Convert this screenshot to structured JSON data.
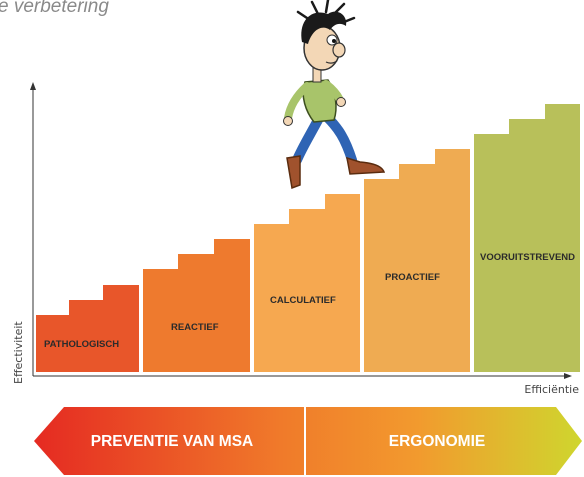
{
  "page": {
    "title": "e verbetering"
  },
  "axes": {
    "y_label": "Effectiviteit",
    "x_label": "Efficiëntie"
  },
  "stages": [
    {
      "label": "PATHOLOGISCH",
      "color": "#e8562a"
    },
    {
      "label": "REACTIEF",
      "color": "#ee7a2e"
    },
    {
      "label": "CALCULATIEF",
      "color": "#f6a850"
    },
    {
      "label": "PROACTIEF",
      "color": "#efab52"
    },
    {
      "label": "VOORUITSTREVEND",
      "color": "#b8c05a"
    }
  ],
  "banner": {
    "left_label": "PREVENTIE VAN MSA",
    "right_label": "ERGONOMIE",
    "colors": [
      "#e52a22",
      "#f07a2a",
      "#f29a2e",
      "#cfd62e"
    ]
  },
  "illustration": {
    "icon": "walking-man-icon"
  }
}
